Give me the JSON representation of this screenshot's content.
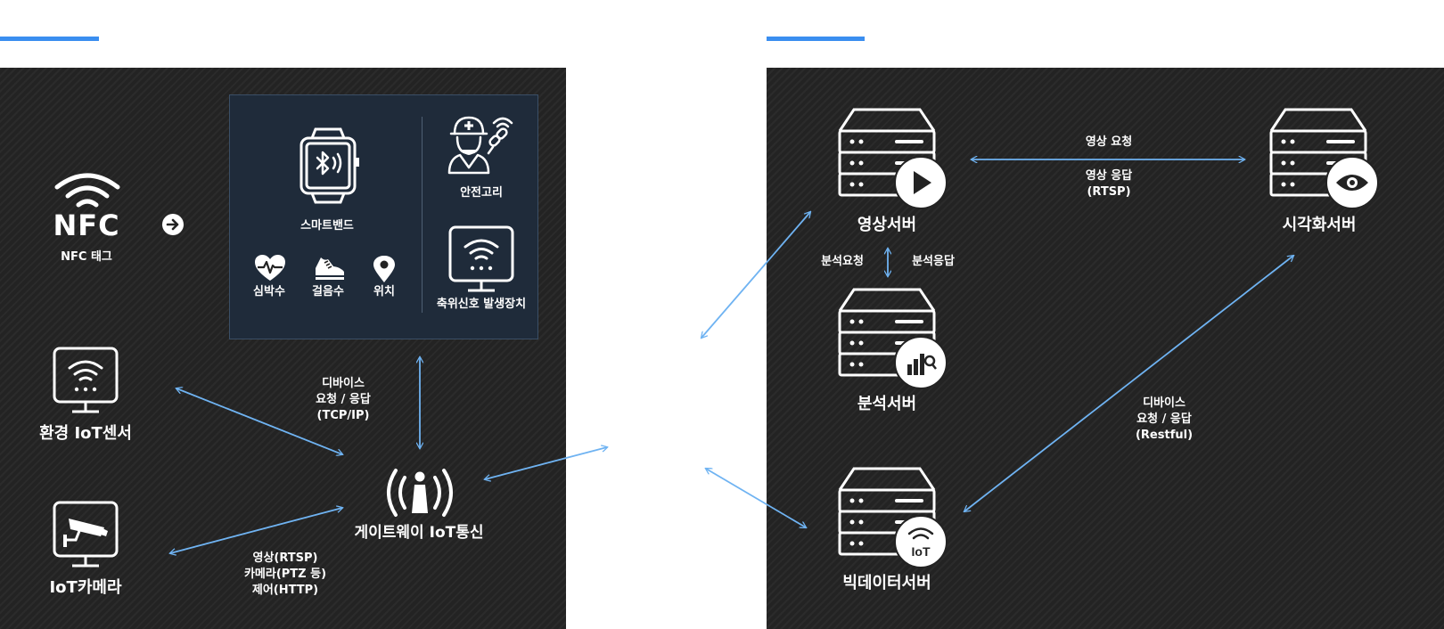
{
  "colors": {
    "accent": "#3a8ef0",
    "panel": "#232323",
    "device_box": "#1f2b3a",
    "arrow": "#6fb3f2"
  },
  "nfc": {
    "logo_text": "NFC",
    "tag_label": "NFC 태그"
  },
  "devices": {
    "smartband": "스마트밴드",
    "heart_rate": "심박수",
    "steps": "걸음수",
    "location": "위치",
    "safety_hook": "안전고리",
    "fall_signal": "축위신호 발생장치"
  },
  "left": {
    "env_sensor": "환경 IoT센서",
    "iot_camera": "IoT카메라",
    "gateway": "게이트웨이 IoT통신",
    "device_req_lines": [
      "디바이스",
      "요청 / 응답",
      "(TCP/IP)"
    ],
    "camera_lines": [
      "영상(RTSP)",
      "카메라(PTZ 등)",
      "제어(HTTP)"
    ]
  },
  "right": {
    "video_server": "영상서버",
    "analysis_server": "분석서버",
    "bigdata_server": "빅데이터서버",
    "visual_server": "시각화서버",
    "video_request": "영상 요청",
    "video_response_lines": [
      "영상 응답",
      "(RTSP)"
    ],
    "analysis_request": "분석요청",
    "analysis_response": "분석응답",
    "bigdata_req_lines": [
      "디바이스",
      "요청 / 응답",
      "(Restful)"
    ],
    "iot_badge": "IoT"
  }
}
